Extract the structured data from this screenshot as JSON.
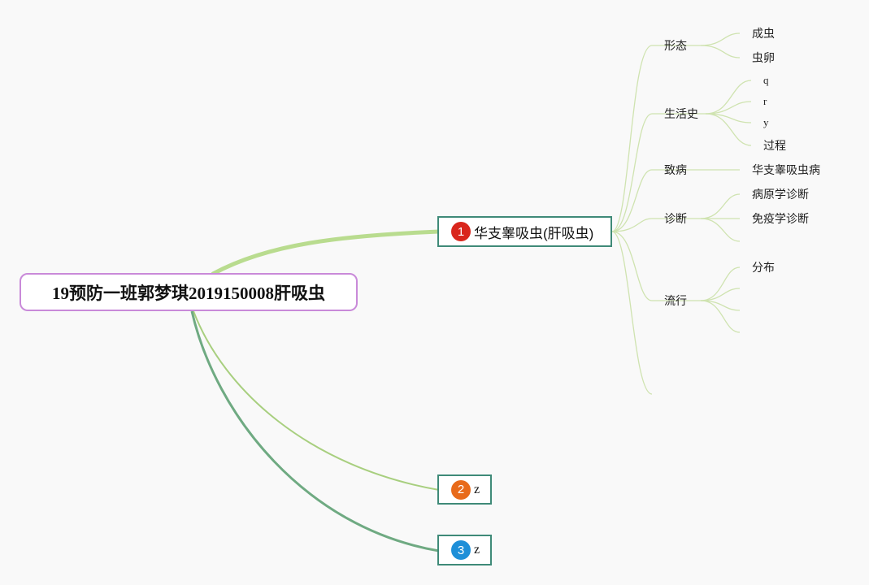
{
  "root": {
    "title": "19预防一班郭梦琪2019150008肝吸虫"
  },
  "main_topics": [
    {
      "number": "1",
      "label": "华支睾吸虫(肝吸虫)"
    },
    {
      "number": "2",
      "label": "z"
    },
    {
      "number": "3",
      "label": "z"
    }
  ],
  "subtopics": {
    "morphology": {
      "label": "形态",
      "children": [
        "成虫",
        "虫卵"
      ]
    },
    "life_history": {
      "label": "生活史",
      "children": [
        "q",
        "r",
        "y",
        "过程"
      ]
    },
    "pathogenesis": {
      "label": "致病",
      "children": [
        "华支睾吸虫病"
      ]
    },
    "diagnosis": {
      "label": "诊断",
      "children": [
        "病原学诊断",
        "免疫学诊断"
      ]
    },
    "epidemic": {
      "label": "流行",
      "children": [
        "分布"
      ]
    }
  },
  "colors": {
    "root_border": "#c98ad9",
    "main_border": "#3f8a78",
    "branch_1": "#b9dc8f",
    "branch_2": "#a8cf7f",
    "branch_3": "#6faa82",
    "thin_branch": "#cfe3b0",
    "badge_1": "#d9261c",
    "badge_2": "#e86a1a",
    "badge_3": "#1e8fd8"
  }
}
